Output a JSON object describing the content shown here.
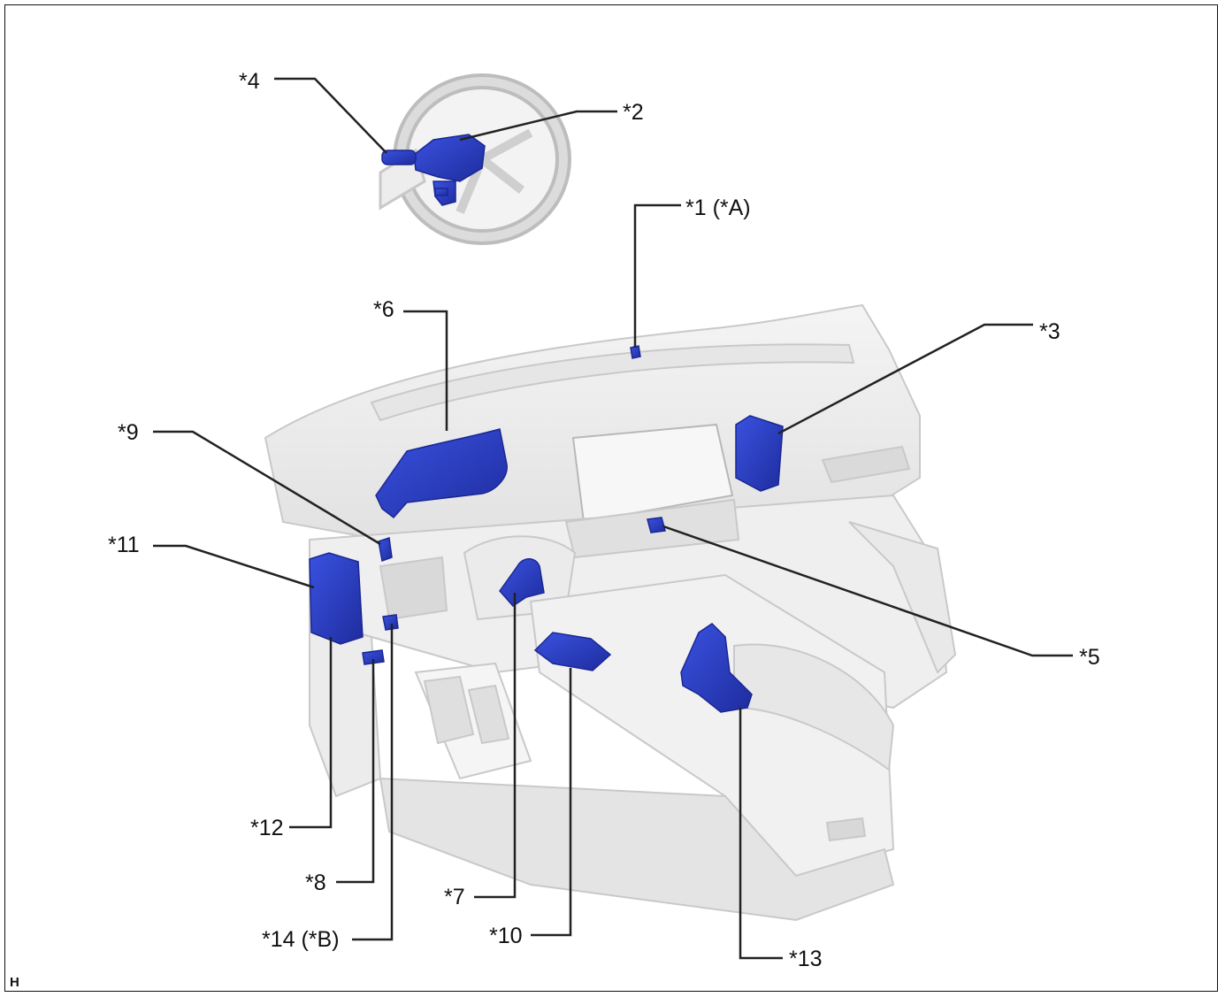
{
  "diagram": {
    "view_code": "H",
    "callouts": [
      {
        "id": "c1",
        "text": "*1 (*A)"
      },
      {
        "id": "c2",
        "text": "*2"
      },
      {
        "id": "c3",
        "text": "*3"
      },
      {
        "id": "c4",
        "text": "*4"
      },
      {
        "id": "c5",
        "text": "*5"
      },
      {
        "id": "c6",
        "text": "*6"
      },
      {
        "id": "c7",
        "text": "*7"
      },
      {
        "id": "c8",
        "text": "*8"
      },
      {
        "id": "c9",
        "text": "*9"
      },
      {
        "id": "c10",
        "text": "*10"
      },
      {
        "id": "c11",
        "text": "*11"
      },
      {
        "id": "c12",
        "text": "*12"
      },
      {
        "id": "c13",
        "text": "*13"
      },
      {
        "id": "c14",
        "text": "*14 (*B)"
      }
    ],
    "colors": {
      "component": "#2b3fc4",
      "component_dark": "#1a2794",
      "vehicle_body": "#ececec",
      "vehicle_edge": "#c4c4c4",
      "leader_line": "#222222"
    }
  }
}
